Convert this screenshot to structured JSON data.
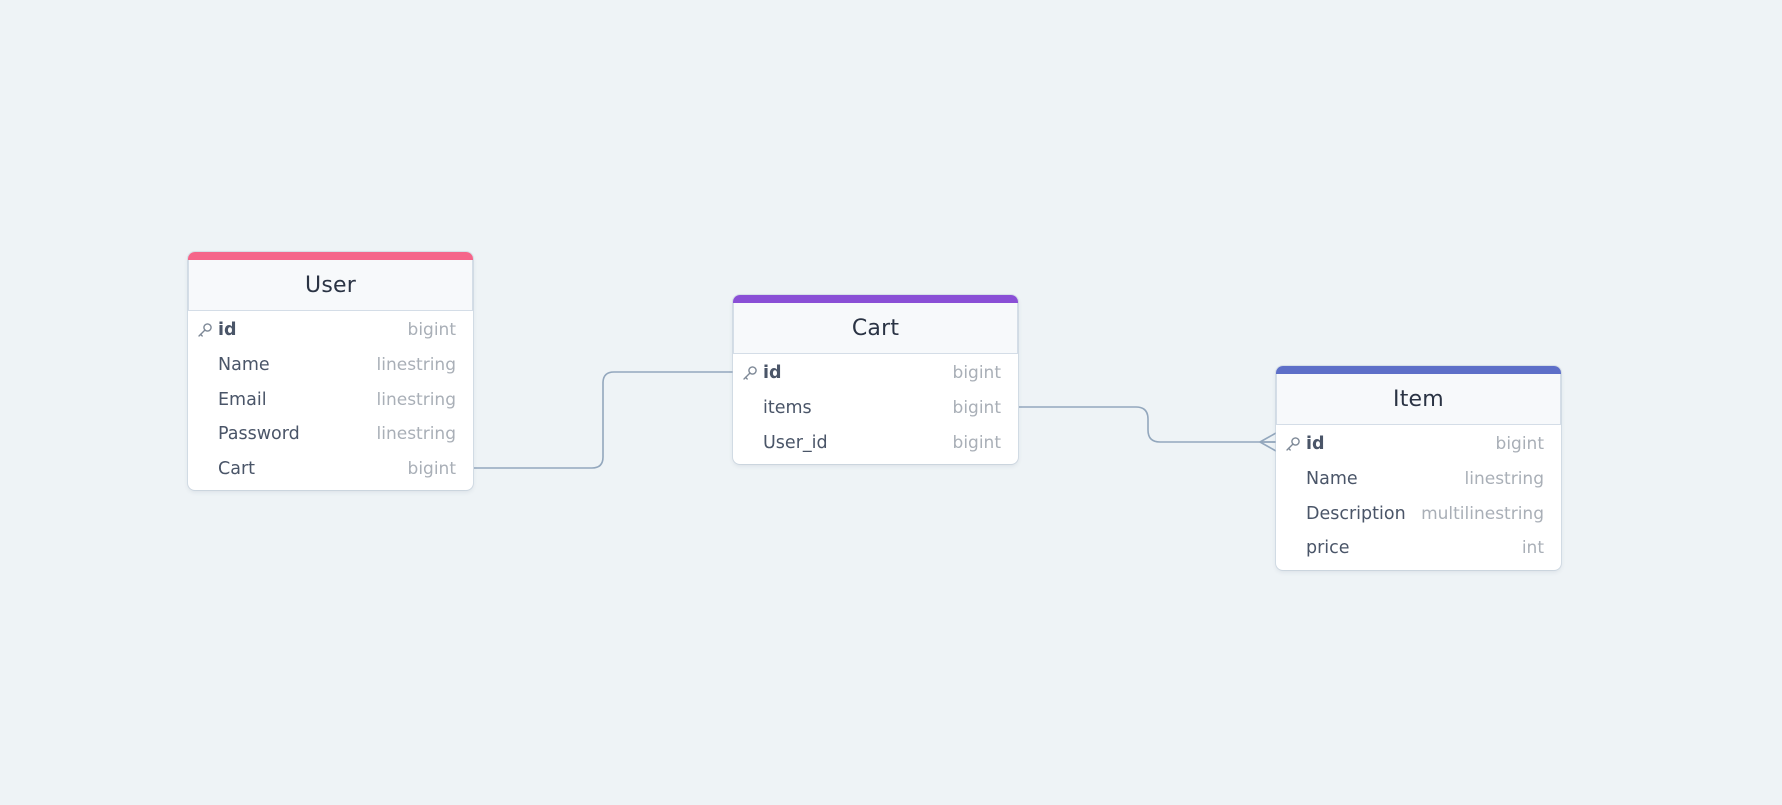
{
  "colors": {
    "background": "#eef3f6",
    "user_accent": "#f5658a",
    "cart_accent": "#8a4fd6",
    "item_accent": "#5d6fc8",
    "connector": "#93a7bd"
  },
  "icons": {
    "primary_key": "key-icon"
  },
  "tables": {
    "user": {
      "name": "User",
      "fields": [
        {
          "name": "id",
          "type": "bigint",
          "primary_key": true
        },
        {
          "name": "Name",
          "type": "linestring"
        },
        {
          "name": "Email",
          "type": "linestring"
        },
        {
          "name": "Password",
          "type": "linestring"
        },
        {
          "name": "Cart",
          "type": "bigint"
        }
      ]
    },
    "cart": {
      "name": "Cart",
      "fields": [
        {
          "name": "id",
          "type": "bigint",
          "primary_key": true
        },
        {
          "name": "items",
          "type": "bigint"
        },
        {
          "name": "User_id",
          "type": "bigint"
        }
      ]
    },
    "item": {
      "name": "Item",
      "fields": [
        {
          "name": "id",
          "type": "bigint",
          "primary_key": true
        },
        {
          "name": "Name",
          "type": "linestring"
        },
        {
          "name": "Description",
          "type": "multilinestring"
        },
        {
          "name": "price",
          "type": "int"
        }
      ]
    }
  },
  "relationships": [
    {
      "from": "User.Cart",
      "to": "Cart.id",
      "cardinality": "one-to-one"
    },
    {
      "from": "Cart.items",
      "to": "Item.id",
      "cardinality": "one-to-many"
    }
  ]
}
